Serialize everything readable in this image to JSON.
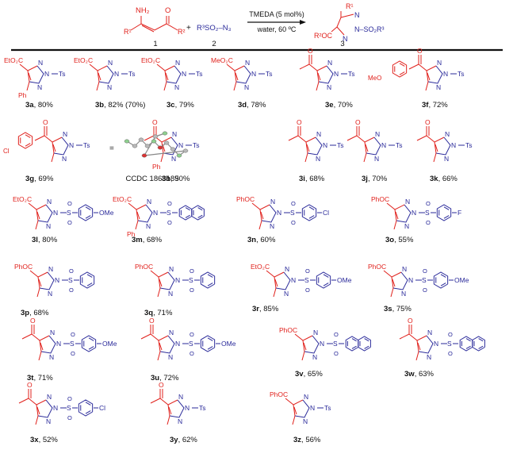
{
  "header": {
    "reactant1_lines": [
      "NH₂",
      "O",
      "R¹",
      "R²"
    ],
    "plus": "+",
    "reactant2": "R³SO₂–N₃",
    "condition_top": "TMEDA (5 mol%)",
    "condition_bottom": "water, 60 ºC",
    "product_labels": [
      "R¹",
      "N",
      "N–SO₂R³",
      "R²OC",
      "N"
    ],
    "numbers": [
      "1",
      "2",
      "3"
    ]
  },
  "products": [
    {
      "id": "3a",
      "yield": ", 80%",
      "sub": "EtO₂C",
      "r1": "Ph",
      "so2": "Ts"
    },
    {
      "id": "3b",
      "yield": ", 82% (70%)",
      "sub": "EtO₂C",
      "r1": "",
      "so2": "Ts"
    },
    {
      "id": "3c",
      "yield": ", 79%",
      "sub": "EtO₂C",
      "r1": "",
      "so2": "Ts"
    },
    {
      "id": "3d",
      "yield": ", 78%",
      "sub": "MeO₂C",
      "r1": "",
      "so2": "Ts"
    },
    {
      "id": "3e",
      "yield": ", 70%",
      "sub": "O",
      "r1": "",
      "so2": "Ts"
    },
    {
      "id": "3f",
      "yield": ", 72%",
      "sub": "MeO",
      "r1": "",
      "so2": "Ts"
    },
    {
      "id": "3g",
      "yield": ", 69%",
      "sub": "Cl",
      "r1": "",
      "so2": "Ts"
    },
    {
      "id": "3h",
      "yield": ", 50%",
      "sub": "O",
      "r1": "Ph",
      "so2": "Ts"
    },
    {
      "id": "3i",
      "yield": ", 68%",
      "sub": "O",
      "r1": "",
      "so2": "Ts"
    },
    {
      "id": "3j",
      "yield": ", 70%",
      "sub": "O",
      "r1": "",
      "so2": "Ts"
    },
    {
      "id": "3k",
      "yield": ", 66%",
      "sub": "O",
      "r1": "",
      "so2": "Ts"
    },
    {
      "id": "3l",
      "yield": ", 80%",
      "sub": "EtO₂C",
      "r1": "",
      "so2": "OMe"
    },
    {
      "id": "3m",
      "yield": ", 68%",
      "sub": "EtO₂C",
      "r1": "Ph",
      "so2": ""
    },
    {
      "id": "3n",
      "yield": ", 60%",
      "sub": "PhOC",
      "r1": "",
      "so2": "Cl"
    },
    {
      "id": "3o",
      "yield": ", 55%",
      "sub": "PhOC",
      "r1": "",
      "so2": "F"
    },
    {
      "id": "3p",
      "yield": ", 68%",
      "sub": "PhOC",
      "r1": "",
      "so2": ""
    },
    {
      "id": "3q",
      "yield": ", 71%",
      "sub": "PhOC",
      "r1": "",
      "so2": ""
    },
    {
      "id": "3r",
      "yield": ", 85%",
      "sub": "EtO₂C",
      "r1": "",
      "so2": "OMe"
    },
    {
      "id": "3s",
      "yield": ", 75%",
      "sub": "PhOC",
      "r1": "",
      "so2": "OMe"
    },
    {
      "id": "3t",
      "yield": ", 71%",
      "sub": "O",
      "r1": "",
      "so2": "OMe"
    },
    {
      "id": "3u",
      "yield": ", 72%",
      "sub": "O",
      "r1": "",
      "so2": "OMe"
    },
    {
      "id": "3v",
      "yield": ", 65%",
      "sub": "PhOC",
      "r1": "",
      "so2": ""
    },
    {
      "id": "3w",
      "yield": ", 63%",
      "sub": "O",
      "r1": "",
      "so2": ""
    },
    {
      "id": "3x",
      "yield": ", 52%",
      "sub": "O",
      "r1": "",
      "so2": "Cl"
    },
    {
      "id": "3y",
      "yield": ", 62%",
      "sub": "O",
      "r1": "",
      "so2": "Ts"
    },
    {
      "id": "3z",
      "yield": ", 56%",
      "sub": "PhOC",
      "r1": "",
      "so2": "Ts"
    }
  ],
  "xray": {
    "eq": "=",
    "ccdc": "CCDC 1868189"
  },
  "atoms": {
    "N": "N",
    "S": "S",
    "O": "O",
    "Ts": "Ts"
  },
  "colors": {
    "red": "#e0201b",
    "blue": "#2a2a9a",
    "black": "#111111"
  }
}
